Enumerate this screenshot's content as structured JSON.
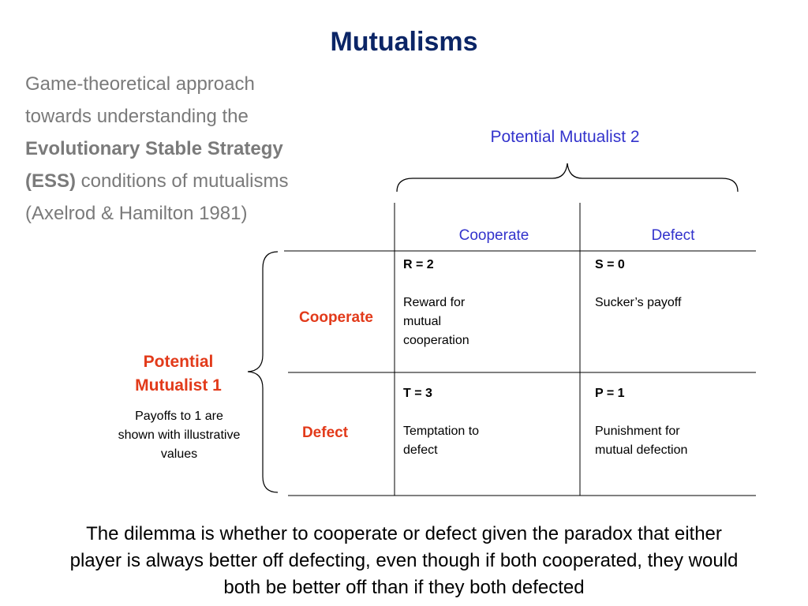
{
  "title": "Mutualisms",
  "intro": {
    "line1": "Game-theoretical approach",
    "line2": "towards understanding the",
    "line3_bold": "Evolutionary Stable Strategy",
    "line4_bold": "(ESS)",
    "line4_rest": " conditions of mutualisms",
    "line5": "(Axelrod & Hamilton 1981)"
  },
  "player2": {
    "label": "Potential Mutualist 2"
  },
  "player1": {
    "label_line1": "Potential",
    "label_line2": "Mutualist 1",
    "note_line1": "Payoffs to 1 are",
    "note_line2": "shown with illustrative",
    "note_line3": "values"
  },
  "columns": {
    "cooperate": "Cooperate",
    "defect": "Defect"
  },
  "rows": {
    "cooperate": "Cooperate",
    "defect": "Defect"
  },
  "cells": {
    "r": {
      "value": "R = 2",
      "desc_line1": "Reward for",
      "desc_line2": "mutual",
      "desc_line3": "cooperation"
    },
    "s": {
      "value": "S = 0",
      "desc_line1": "Sucker’s payoff"
    },
    "t": {
      "value": "T = 3",
      "desc_line1": "Temptation to",
      "desc_line2": "defect"
    },
    "p": {
      "value": "P = 1",
      "desc_line1": "Punishment for",
      "desc_line2": "mutual defection"
    }
  },
  "conclusion": {
    "line1": "The dilemma is whether to cooperate or defect given the paradox that either",
    "line2": "player is always better off defecting, even though if both cooperated, they would",
    "line3": "both be better off than if they both defected"
  }
}
